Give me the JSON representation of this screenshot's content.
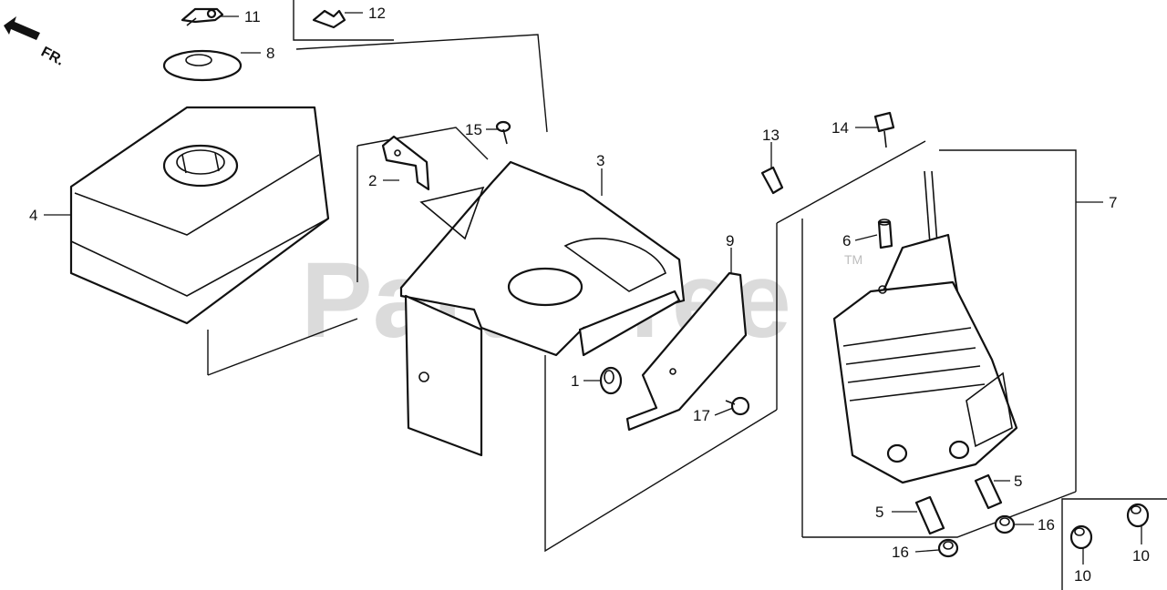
{
  "diagram": {
    "orientation_label": "FR.",
    "watermark": "PartsTree",
    "watermark_mark": "TM",
    "callouts": {
      "c1": "1",
      "c2": "2",
      "c3": "3",
      "c4": "4",
      "c5a": "5",
      "c5b": "5",
      "c6": "6",
      "c7": "7",
      "c8": "8",
      "c9": "9",
      "c10a": "10",
      "c10b": "10",
      "c11": "11",
      "c12": "12",
      "c13": "13",
      "c14": "14",
      "c15": "15",
      "c16a": "16",
      "c16b": "16",
      "c17": "17"
    }
  }
}
